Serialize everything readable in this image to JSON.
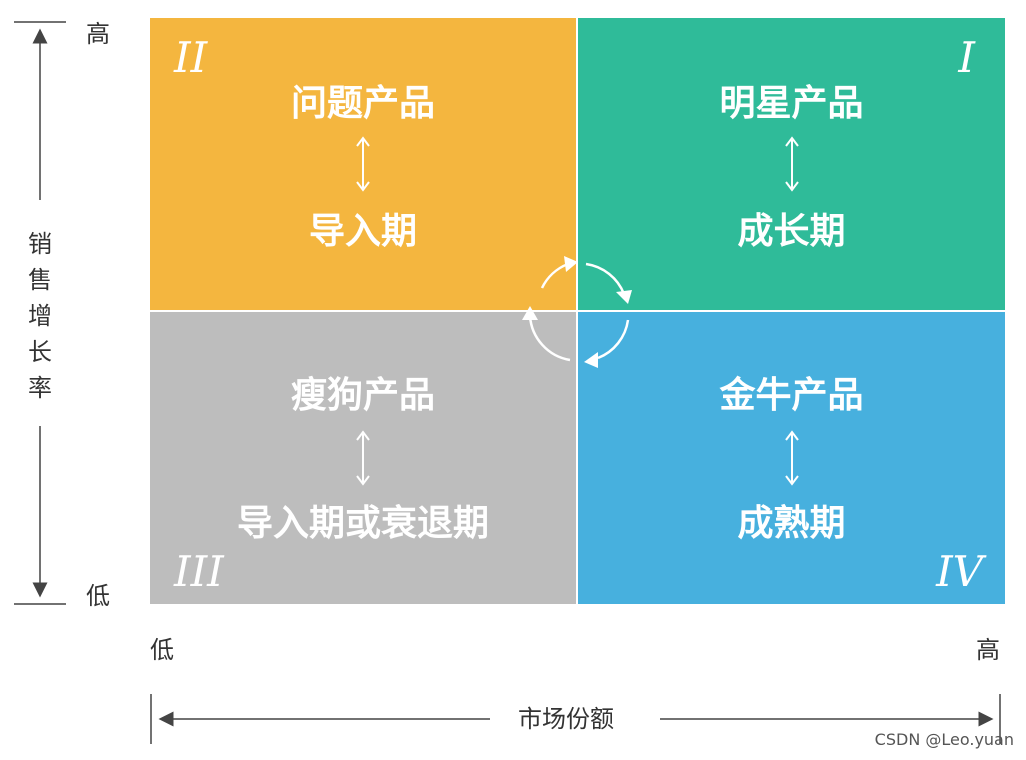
{
  "quadrants": {
    "q2": {
      "numeral": "II",
      "title": "问题产品",
      "stage": "导入期",
      "color": "#f4b63f"
    },
    "q1": {
      "numeral": "I",
      "title": "明星产品",
      "stage": "成长期",
      "color": "#2fbb99"
    },
    "q3": {
      "numeral": "III",
      "title": "瘦狗产品",
      "stage": "导入期或衰退期",
      "color": "#bdbdbd"
    },
    "q4": {
      "numeral": "IV",
      "title": "金牛产品",
      "stage": "成熟期",
      "color": "#47b0de"
    }
  },
  "y_axis": {
    "label": "销售增长率",
    "high": "高",
    "low": "低"
  },
  "x_axis": {
    "label": "市场份额",
    "low": "低",
    "high": "高"
  },
  "watermark": "CSDN @Leo.yuan"
}
